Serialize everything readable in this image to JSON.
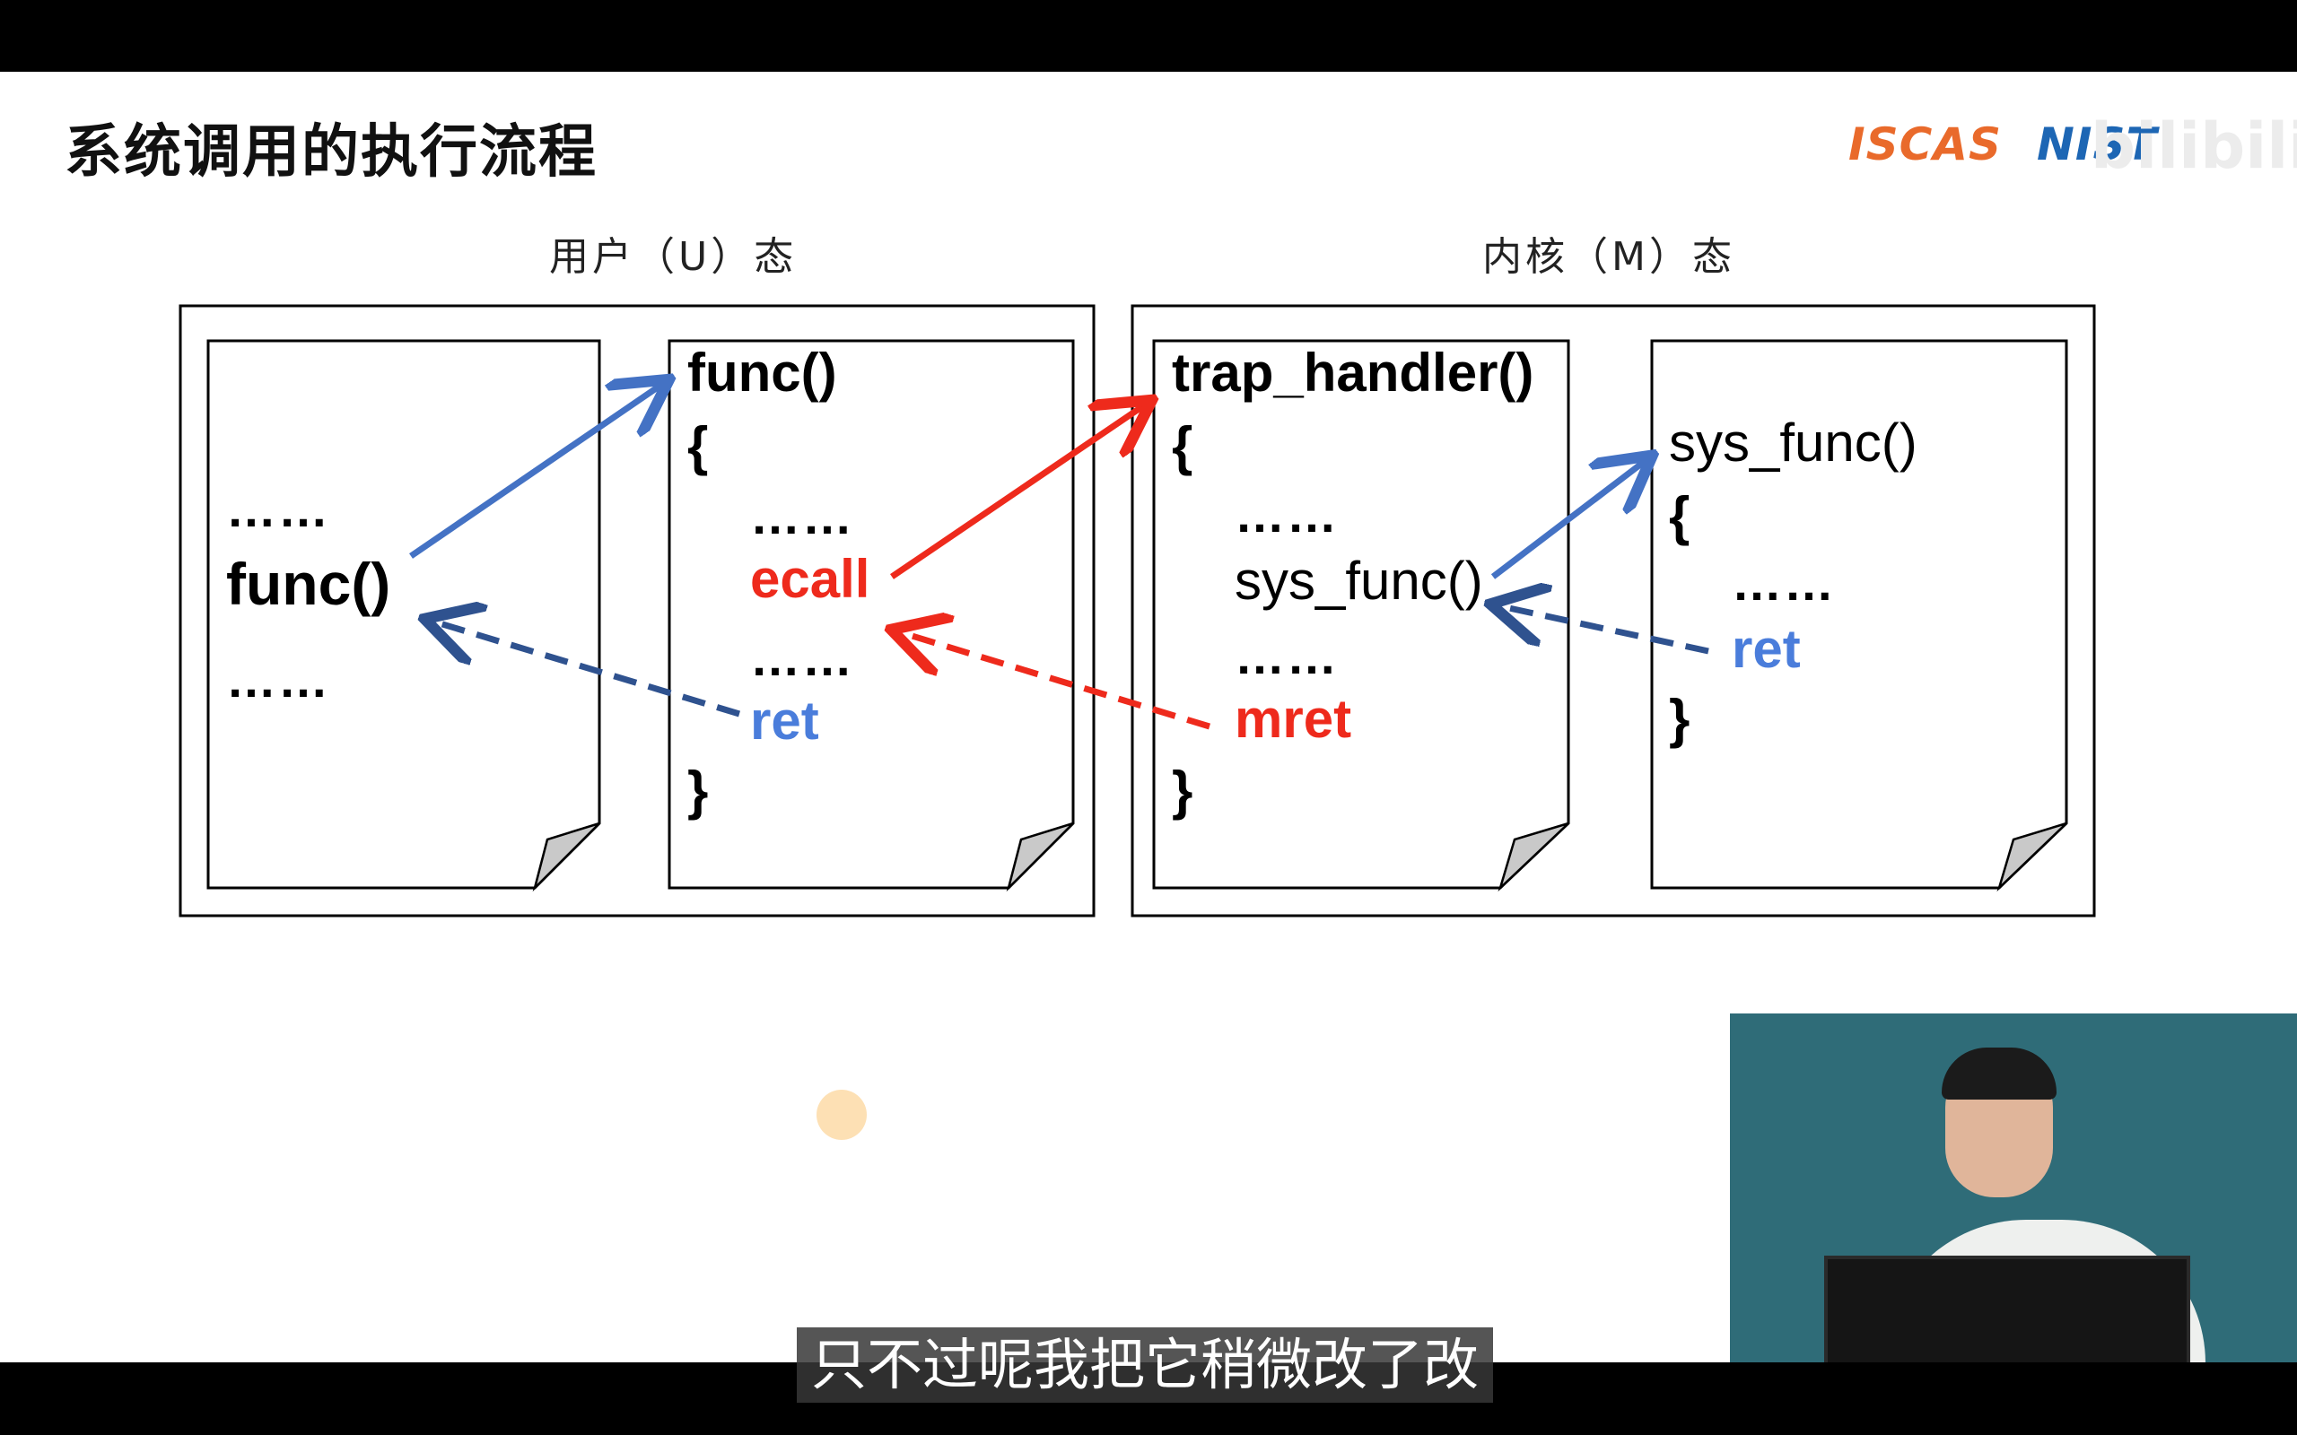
{
  "slide": {
    "title": "系统调用的执行流程",
    "logos": {
      "left": "ISCAS",
      "right": "NIST"
    },
    "watermark": "bilibili",
    "user_mode_label": "用户（U）态",
    "kernel_mode_label": "内核（M）态"
  },
  "pages": {
    "caller": {
      "dots_top": "……",
      "call": "func()",
      "dots_bottom": "……"
    },
    "func": {
      "header": "func()",
      "open": "{",
      "dots1": "……",
      "ecall": "ecall",
      "dots2": "……",
      "ret": "ret",
      "close": "}"
    },
    "trap": {
      "header": "trap_handler()",
      "open": "{",
      "dots1": "……",
      "call": "sys_func()",
      "dots2": "……",
      "mret": "mret",
      "close": "}"
    },
    "sys": {
      "header": "sys_func()",
      "open": "{",
      "dots1": "……",
      "ret": "ret",
      "close": "}"
    }
  },
  "colors": {
    "red": "#ee2a1c",
    "blue_text": "#4a7ddb",
    "arrow_blue": "#4472c4",
    "arrow_dark": "#2f528f"
  },
  "subtitle": "只不过呢我把它稍微改了改"
}
